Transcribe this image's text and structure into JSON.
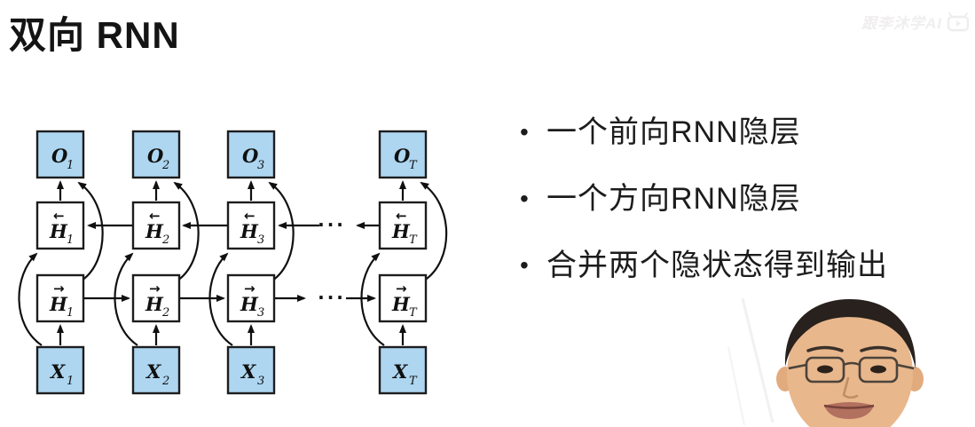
{
  "slide": {
    "title": "双向 RNN",
    "bullet_glyph": "•",
    "bullets": [
      "一个前向RNN隐层",
      "一个方向RNN隐层",
      "合并两个隐状态得到输出"
    ],
    "watermark": {
      "text": "跟李沐学AI"
    },
    "colors": {
      "node_fill_blue": "#aed6f0",
      "node_fill_white": "#ffffff",
      "node_border": "#1d1d1d",
      "arrow": "#101010",
      "title_text": "#141414",
      "bullet_text": "#1c1c1c"
    }
  },
  "diagram": {
    "type": "bidirectional-rnn",
    "ellipsis": "···",
    "nodes": {
      "o1": {
        "main": "O",
        "sub": "1"
      },
      "o2": {
        "main": "O",
        "sub": "2"
      },
      "o3": {
        "main": "O",
        "sub": "3"
      },
      "oT": {
        "main": "O",
        "sub": "T"
      },
      "hb1": {
        "main": "H",
        "sub": "1",
        "arrow": "←"
      },
      "hb2": {
        "main": "H",
        "sub": "2",
        "arrow": "←"
      },
      "hb3": {
        "main": "H",
        "sub": "3",
        "arrow": "←"
      },
      "hbT": {
        "main": "H",
        "sub": "T",
        "arrow": "←"
      },
      "hf1": {
        "main": "H",
        "sub": "1",
        "arrow": "→"
      },
      "hf2": {
        "main": "H",
        "sub": "2",
        "arrow": "→"
      },
      "hf3": {
        "main": "H",
        "sub": "3",
        "arrow": "→"
      },
      "hfT": {
        "main": "H",
        "sub": "T",
        "arrow": "→"
      },
      "x1": {
        "main": "X",
        "sub": "1"
      },
      "x2": {
        "main": "X",
        "sub": "2"
      },
      "x3": {
        "main": "X",
        "sub": "3"
      },
      "xT": {
        "main": "X",
        "sub": "T"
      }
    }
  }
}
